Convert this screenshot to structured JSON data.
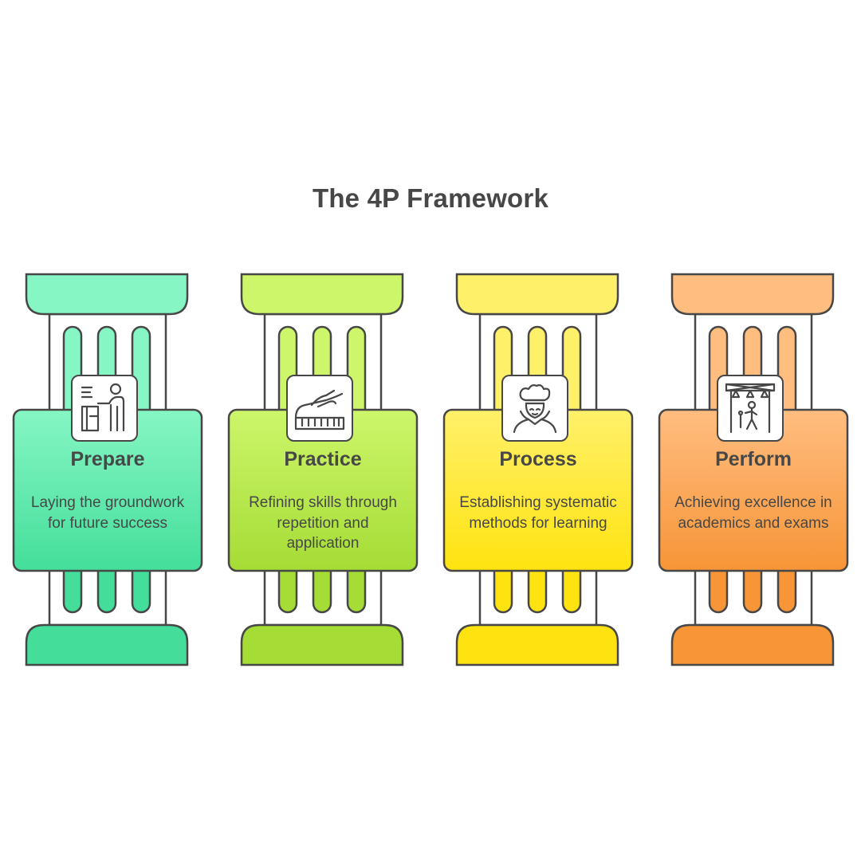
{
  "title": "The 4P Framework",
  "pillars": [
    {
      "name": "Prepare",
      "description": "Laying the groundwork for future success",
      "icon": "desk-teacher-icon",
      "color_light": "#86f6c4",
      "color_dark": "#44de9a"
    },
    {
      "name": "Practice",
      "description": "Refining skills through repetition and application",
      "icon": "piano-hand-icon",
      "color_light": "#cdf66b",
      "color_dark": "#a5dc35"
    },
    {
      "name": "Process",
      "description": "Establishing systematic methods for learning",
      "icon": "chef-icon",
      "color_light": "#fff06a",
      "color_dark": "#ffe310"
    },
    {
      "name": "Perform",
      "description": "Achieving excellence in academics and exams",
      "icon": "stage-performer-icon",
      "color_light": "#ffbd80",
      "color_dark": "#f79537"
    }
  ]
}
